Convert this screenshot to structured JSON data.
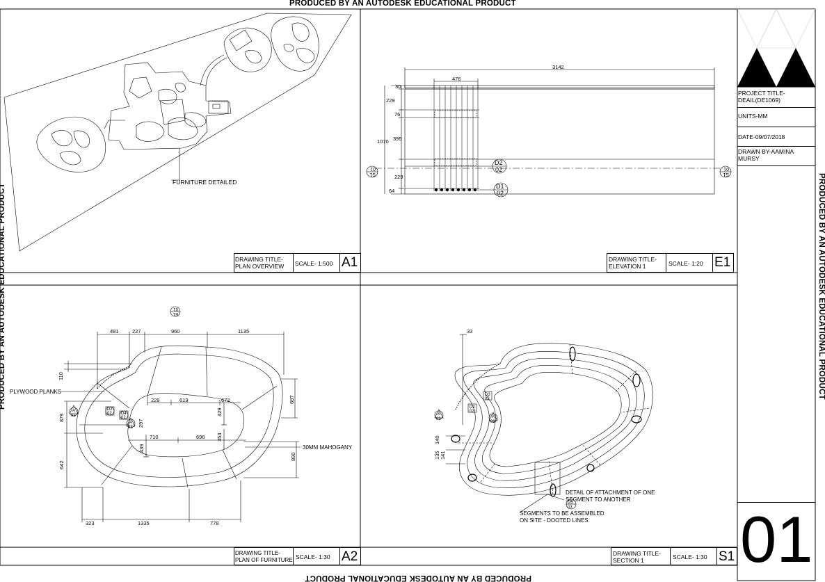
{
  "watermark": {
    "top": "PRODUCED BY AN AUTODESK EDUCATIONAL PRODUCT",
    "bottom": "PRODUCED BY AN AUTODESK EDUCATIONAL PRODUCT",
    "left": "PRODUCED BY AN AUTODESK EDUCATIONAL PRODUCT",
    "right": "PRODUCED BY AN AUTODESK EDUCATIONAL PRODUCT"
  },
  "title_block": {
    "project": "PROJECT TITLE-\nDEAIL(DE1069)",
    "units": "UNITS-MM",
    "date": "DATE-09/07/2018",
    "drawn_by": "DRAWN BY-AAMINA\nMURSY",
    "sheet_number": "01"
  },
  "panels": {
    "a1": {
      "title": "DRAWING TITLE-\nPLAN OVERVIEW",
      "scale": "SCALE- 1:500",
      "code": "A1",
      "annotation": "FURNITURE DETAILED"
    },
    "e1": {
      "title": "DRAWING TITLE-\nELEVATION 1",
      "scale": "SCALE- 1:20",
      "code": "E1",
      "dims": {
        "overall": "3142",
        "module": "476",
        "d30": "30",
        "d229a": "229",
        "d76": "76",
        "d1070": "1070",
        "d395": "395",
        "d229b": "229",
        "d64": "64"
      },
      "callouts": {
        "d2_top": "D2",
        "d2_bot": "02",
        "d1_top": "D1",
        "d1_bot": "02",
        "sec_left_top": "S1",
        "sec_left_bot": "01",
        "sec_right_top": "S1",
        "sec_right_bot": "01"
      }
    },
    "a2": {
      "title": "DRAWING TITLE-\nPLAN OF FURNITURE",
      "scale": "SCALE- 1:30",
      "code": "A2",
      "dims": {
        "d481": "481",
        "d227": "227",
        "d960": "960",
        "d1135": "1135",
        "d110": "110",
        "d229": "229",
        "d619": "619",
        "d672": "672",
        "d687": "687",
        "d879": "879",
        "d297": "297",
        "d429": "429",
        "d710": "710",
        "d696": "696",
        "d354": "354",
        "d439": "439",
        "d890": "890",
        "d642": "642",
        "d323": "323",
        "d1335": "1335",
        "d778": "778"
      },
      "notes": {
        "plywood": "PLYWOOD PLANKS",
        "mahogany": "30MM MAHOGANY"
      },
      "callouts": {
        "e1_top": "E1",
        "e1_bot": "01",
        "a_left_top": "A",
        "a_left_bot": "02",
        "d2_top": "D2",
        "d2_bot": "02",
        "d4_top": "D4",
        "d4_bot": "02",
        "a_mid_top": "A",
        "a_mid_bot": "02"
      }
    },
    "s1": {
      "title": "DRAWING TITLE-\nSECTION 1",
      "scale": "SCALE- 1:30",
      "code": "S1",
      "dims": {
        "d33": "33",
        "d140": "140",
        "d135": "135",
        "d141": "141"
      },
      "notes": {
        "attach": "DETAIL OF ATTACHMENT OF ONE\nSEGMENT TO ANOTHER",
        "segments": "SEGMENTS TO BE ASSEMBLED\nON SITE - DOOTED LINES"
      },
      "callouts": {
        "d5_top": "D5",
        "d5_bot": "03",
        "a_left_top": "A",
        "a_left_bot": "02",
        "a_right_top": "A",
        "a_right_bot": "02",
        "d_small_top": "D2",
        "d_small_bot": "02",
        "d_small2_top": "D3",
        "d_small2_bot": "02"
      }
    }
  }
}
